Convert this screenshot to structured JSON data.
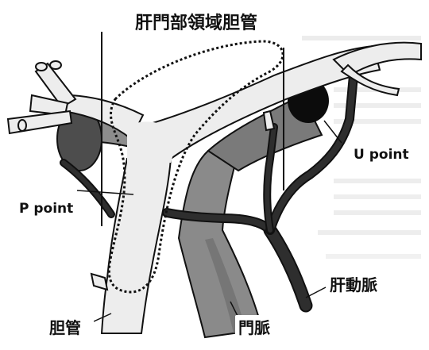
{
  "labels": {
    "title": "肝門部領域胆管",
    "u_point": "U point",
    "p_point": "P point",
    "bile_duct": "胆管",
    "portal_vein": "門脈",
    "hepatic_artery": "肝動脈"
  },
  "colors": {
    "bile_duct": "#ededed",
    "portal_vein": "#8a8a8a",
    "portal_vein_dark": "#6e6e6e",
    "hepatic_artery": "#2e2e2e",
    "outline": "#111111",
    "nodule": "#0c0c0c",
    "gallbladder_region": "#4d4d4d"
  }
}
